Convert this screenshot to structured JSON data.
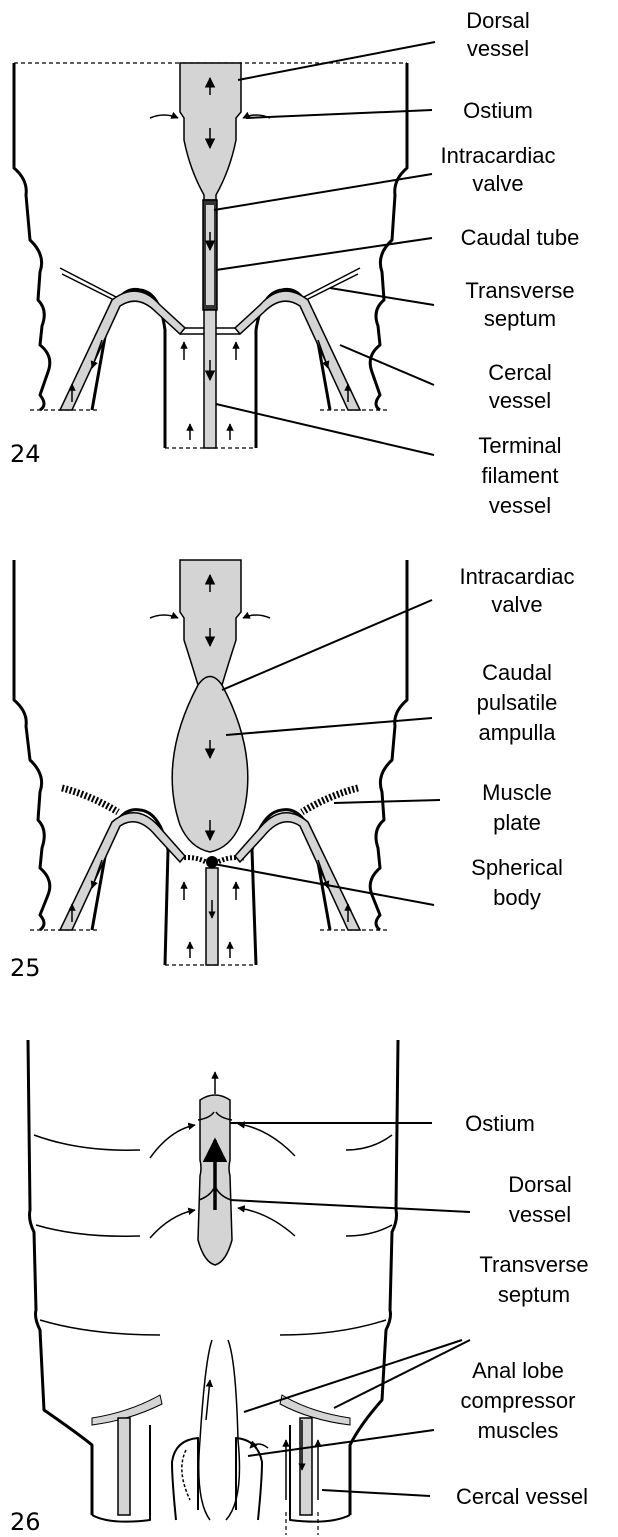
{
  "figure_numbers": [
    "24",
    "25",
    "26"
  ],
  "panel24": {
    "labels": {
      "dorsal_vessel": [
        "Dorsal",
        "vessel"
      ],
      "ostium": [
        "Ostium"
      ],
      "intracardiac_valve": [
        "Intracardiac",
        "valve"
      ],
      "caudal_tube": [
        "Caudal tube"
      ],
      "transverse_septum": [
        "Transverse",
        "septum"
      ],
      "cercal_vessel": [
        "Cercal",
        "vessel"
      ],
      "terminal_filament_vessel": [
        "Terminal",
        "filament",
        "vessel"
      ]
    }
  },
  "panel25": {
    "labels": {
      "intracardiac_valve": [
        "Intracardiac",
        "valve"
      ],
      "caudal_pulsatile_ampulla": [
        "Caudal",
        "pulsatile",
        "ampulla"
      ],
      "muscle_plate": [
        "Muscle",
        "plate"
      ],
      "spherical_body": [
        "Spherical",
        "body"
      ]
    }
  },
  "panel26": {
    "labels": {
      "ostium": [
        "Ostium"
      ],
      "dorsal_vessel": [
        "Dorsal",
        "vessel"
      ],
      "transverse_septum": [
        "Transverse",
        "septum"
      ],
      "anal_lobe_compressor_muscles": [
        "Anal lobe",
        "compressor",
        "muscles"
      ],
      "cercal_vessel": [
        "Cercal vessel"
      ]
    }
  }
}
